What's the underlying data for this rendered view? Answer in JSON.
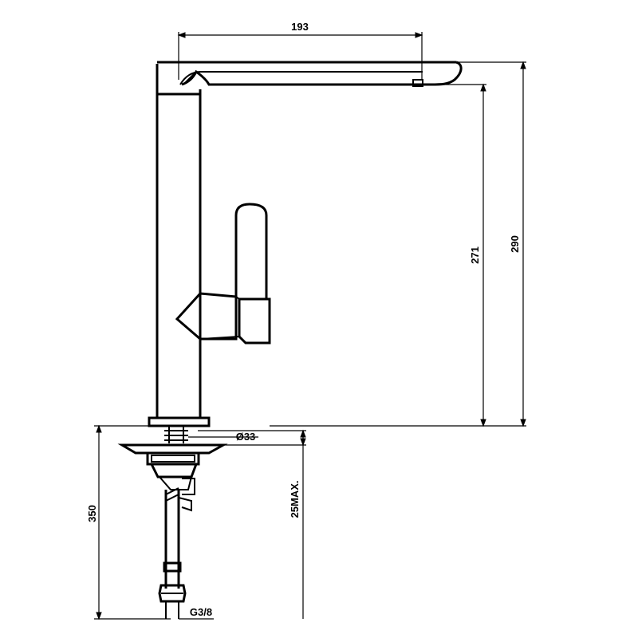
{
  "dimensions": {
    "spout_reach": "193",
    "spout_height": "271",
    "total_height": "290",
    "base_diameter": "Ø33",
    "hose_length": "350",
    "max_counter_thickness": "25MAX.",
    "hose_thread": "G3/8"
  }
}
